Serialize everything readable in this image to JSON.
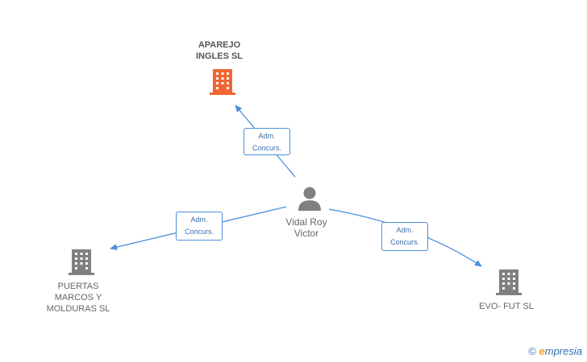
{
  "person": {
    "name": "Vidal Roy\nVictor"
  },
  "companies": [
    {
      "id": "aparejo",
      "name": "APAREJO\nINGLES SL",
      "highlight": true
    },
    {
      "id": "puertas",
      "name": "PUERTAS\nMARCOS Y\nMOLDURAS  SL",
      "highlight": false
    },
    {
      "id": "evofut",
      "name": "EVO- FUT SL",
      "highlight": false
    }
  ],
  "edges": [
    {
      "to": "aparejo",
      "line1": "Adm.",
      "line2": "Concurs."
    },
    {
      "to": "puertas",
      "line1": "Adm.",
      "line2": "Concurs."
    },
    {
      "to": "evofut",
      "line1": "Adm.",
      "line2": "Concurs."
    }
  ],
  "colors": {
    "highlight_building": "#f26532",
    "building": "#808080",
    "person": "#808080",
    "edge": "#4a90d9"
  },
  "icons": {
    "company": "building-icon",
    "person": "person-icon",
    "copyright": "copyright-icon"
  },
  "footer": {
    "symbol": "©",
    "brand_initial": "e",
    "brand_rest": "mpresia"
  }
}
